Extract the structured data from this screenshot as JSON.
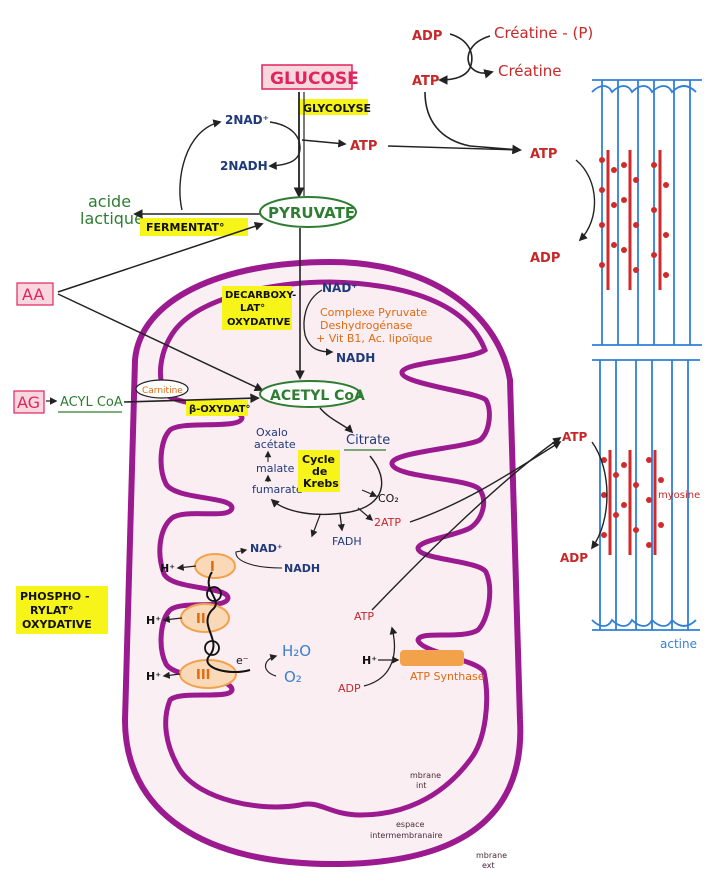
{
  "labels": {
    "adp_top": "ADP",
    "creatine_p": "Créatine - (P)",
    "atp_top": "ATP",
    "creatine": "Créatine",
    "glucose": "GLUCOSE",
    "glycolyse": "GLYCOLYSE",
    "nad_2": "2NAD⁺",
    "nadh_2": "2NADH",
    "atp_glyco": "ATP",
    "atp_muscle_top": "ATP",
    "adp_muscle_top": "ADP",
    "acide": "acide",
    "lactique": "lactique",
    "fermentation": "FERMENTAT°",
    "pyruvate": "PYRUVATE",
    "aa": "AA",
    "decarb_1": "DECARBOXY-",
    "decarb_2": "LAT°",
    "decarb_3": "OXYDATIVE",
    "nad_plus": "NAD⁺",
    "complexe_1": "Complexe Pyruvate",
    "complexe_2": "Deshydrogénase",
    "complexe_3": "+ Vit B1, Ac. lipoïque",
    "nadh": "NADH",
    "ag": "AG",
    "acylcoa": "ACYL CoA",
    "carnitine": "Carnitine",
    "beta_ox": "β-OXYDAT°",
    "acetylcoa": "ACETYL CoA",
    "oxalo_1": "Oxalo",
    "oxalo_2": "acétate",
    "citrate": "Citrate",
    "malate": "malate",
    "fumarate": "fumarate",
    "cycle_1": "Cycle",
    "cycle_2": "de",
    "cycle_3": "Krebs",
    "co2": "CO₂",
    "atp_2": "2ATP",
    "fadh": "FADH",
    "nad_plus_2": "NAD⁺",
    "nadh_2b": "NADH",
    "hplus": "H⁺",
    "complex_1": "I",
    "complex_2": "II",
    "complex_3": "III",
    "eminus": "e⁻",
    "h2o": "H₂O",
    "o2": "O₂",
    "phospho_1": "PHOSPHO -",
    "phospho_2": "RYLAT°",
    "phospho_3": "OXYDATIVE",
    "atp_synth_out": "ATP",
    "adp_synth": "ADP",
    "atp_synthase": "ATP Synthase",
    "atp_muscle_bot": "ATP",
    "adp_muscle_bot": "ADP",
    "myosine": "myosine",
    "actine": "actine",
    "mbrane_int_1": "mbrane",
    "mbrane_int_2": "int",
    "espace_1": "espace",
    "espace_2": "intermembranaire",
    "mbrane_ext_1": "mbrane",
    "mbrane_ext_2": "ext"
  },
  "colors": {
    "mito_membrane": "#9c1a8f",
    "matrix": "#f8e8ee",
    "highlight_yellow": "#f7f41a",
    "arrow": "#222222",
    "sarcomere_blue": "#2f7fd8",
    "myosin_red": "#d02a2a",
    "complex_orange": "#f2a24a"
  }
}
